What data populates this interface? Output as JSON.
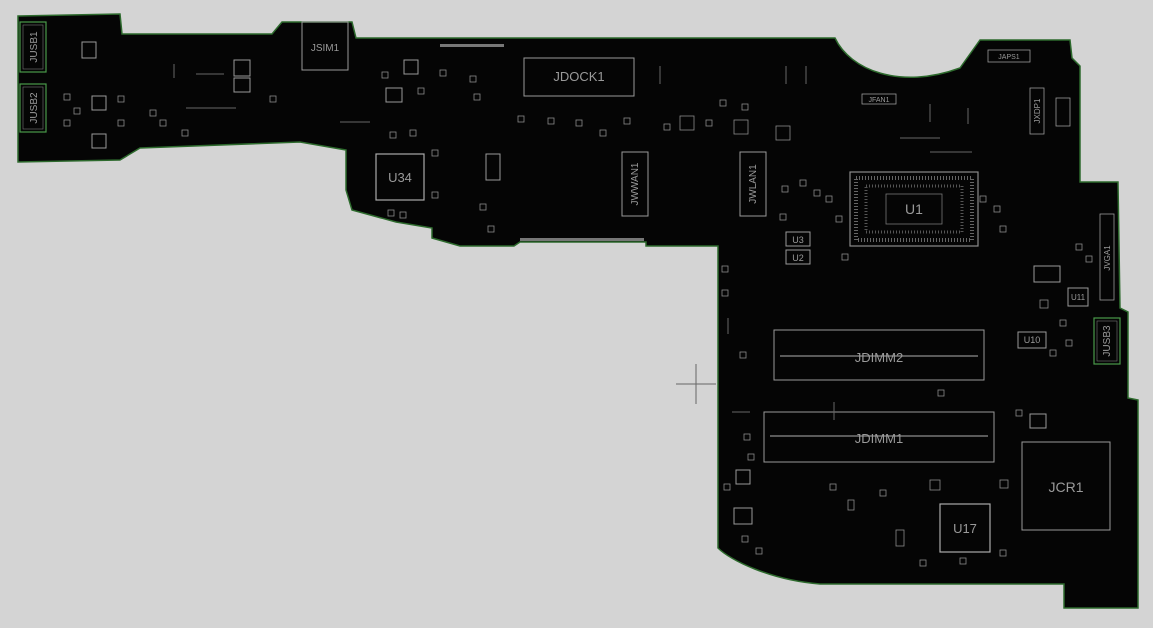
{
  "viewer": {
    "background": "#d4d4d4",
    "board_fill": "#050505",
    "board_outline": "#2d6a2d",
    "silk_color": "#8a8a8a",
    "label_color": "#9a9a9a",
    "connector_outline": "#4a9a4a",
    "cursor_icon": "crosshair-icon"
  },
  "components": {
    "jusb1": "JUSB1",
    "jusb2": "JUSB2",
    "jusb3": "JUSB3",
    "jsim1": "JSIM1",
    "jdock1": "JDOCK1",
    "japs1": "JAPS1",
    "jxdp1": "JXDP1",
    "jfan1": "JFAN1",
    "u34": "U34",
    "jwwan1": "JWWAN1",
    "jwlan1": "JWLAN1",
    "u1": "U1",
    "u2": "U2",
    "u3": "U3",
    "u11": "U11",
    "u10": "U10",
    "jvga1": "JVGA1",
    "jdimm2": "JDIMM2",
    "jdimm1": "JDIMM1",
    "jcr1": "JCR1",
    "u17": "U17"
  }
}
